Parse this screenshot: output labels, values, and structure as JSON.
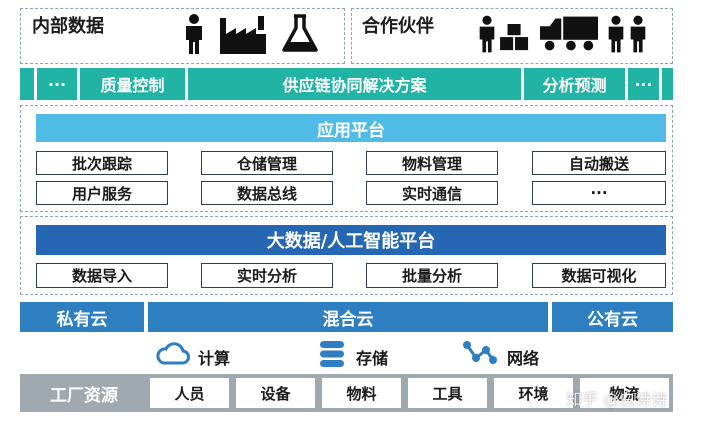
{
  "top": {
    "internal_title": "内部数据",
    "partner_title": "合作伙伴"
  },
  "solution_bar": {
    "ellipsis_left": "···",
    "quality_control": "质量控制",
    "title": "供应链协同解决方案",
    "forecast": "分析预测",
    "ellipsis_right": "···"
  },
  "app_platform": {
    "title": "应用平台",
    "items": [
      "批次跟踪",
      "仓储管理",
      "物料管理",
      "自动搬送",
      "用户服务",
      "数据总线",
      "实时通信",
      "···"
    ]
  },
  "bigdata_platform": {
    "title": "大数据/人工智能平台",
    "items": [
      "数据导入",
      "实时分析",
      "批量分析",
      "数据可视化"
    ]
  },
  "cloud": {
    "private": "私有云",
    "hybrid": "混合云",
    "public": "公有云"
  },
  "resources": [
    {
      "icon": "cloud-icon",
      "label": "计算"
    },
    {
      "icon": "database-icon",
      "label": "存储"
    },
    {
      "icon": "network-icon",
      "label": "网络"
    }
  ],
  "factory": {
    "title": "工厂资源",
    "items": [
      "人员",
      "设备",
      "物料",
      "工具",
      "环境",
      "物流"
    ]
  },
  "watermark": "知乎 @白诗诗",
  "colors": {
    "teal": "#21b3a4",
    "light_blue": "#4fbbe6",
    "dark_blue": "#2567b3",
    "cloud_blue": "#2d7fc1",
    "gray": "#a0a8b0"
  }
}
